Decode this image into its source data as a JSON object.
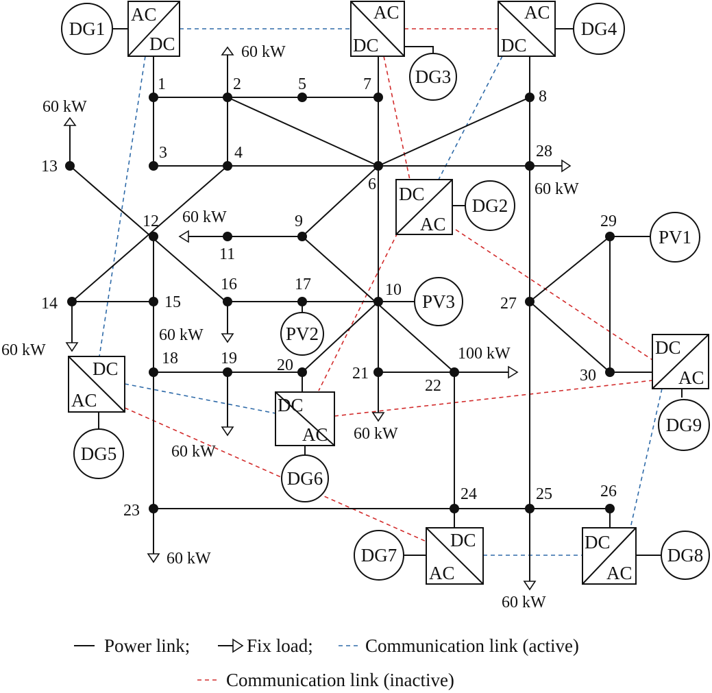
{
  "buses": [
    {
      "id": "b1",
      "label": "1"
    },
    {
      "id": "b2",
      "label": "2"
    },
    {
      "id": "b3",
      "label": "3"
    },
    {
      "id": "b4",
      "label": "4"
    },
    {
      "id": "b5",
      "label": "5"
    },
    {
      "id": "b6",
      "label": "6"
    },
    {
      "id": "b7",
      "label": "7"
    },
    {
      "id": "b8",
      "label": "8"
    },
    {
      "id": "b9",
      "label": "9"
    },
    {
      "id": "b10",
      "label": "10"
    },
    {
      "id": "b11",
      "label": "11"
    },
    {
      "id": "b12",
      "label": "12"
    },
    {
      "id": "b13",
      "label": "13"
    },
    {
      "id": "b14",
      "label": "14"
    },
    {
      "id": "b15",
      "label": "15"
    },
    {
      "id": "b16",
      "label": "16"
    },
    {
      "id": "b17",
      "label": "17"
    },
    {
      "id": "b18",
      "label": "18"
    },
    {
      "id": "b19",
      "label": "19"
    },
    {
      "id": "b20",
      "label": "20"
    },
    {
      "id": "b21",
      "label": "21"
    },
    {
      "id": "b22",
      "label": "22"
    },
    {
      "id": "b23",
      "label": "23"
    },
    {
      "id": "b24",
      "label": "24"
    },
    {
      "id": "b25",
      "label": "25"
    },
    {
      "id": "b26",
      "label": "26"
    },
    {
      "id": "b27",
      "label": "27"
    },
    {
      "id": "b28",
      "label": "28"
    },
    {
      "id": "b29",
      "label": "29"
    },
    {
      "id": "b30",
      "label": "30"
    }
  ],
  "sources": {
    "dg1": "DG1",
    "dg2": "DG2",
    "dg3": "DG3",
    "dg4": "DG4",
    "dg5": "DG5",
    "dg6": "DG6",
    "dg7": "DG7",
    "dg8": "DG8",
    "dg9": "DG9",
    "pv1": "PV1",
    "pv2": "PV2",
    "pv3": "PV3"
  },
  "converter": {
    "ac": "AC",
    "dc": "DC"
  },
  "loads": {
    "l2": "60 kW",
    "l13": "60 kW",
    "l28": "60 kW",
    "l11": "60 kW",
    "l14": "60 kW",
    "l16": "60 kW",
    "l19": "60 kW",
    "l21": "60 kW",
    "l22": "100 kW",
    "l23": "60 kW",
    "l25": "60 kW"
  },
  "legend": {
    "power": "Power link;",
    "load": "Fix load;",
    "comm_active": "Communication link (active)",
    "comm_inactive": "Communication link (inactive)"
  },
  "colors": {
    "comm_active": "#2e6aa8",
    "comm_inactive": "#d22b2b",
    "line": "#111111"
  }
}
